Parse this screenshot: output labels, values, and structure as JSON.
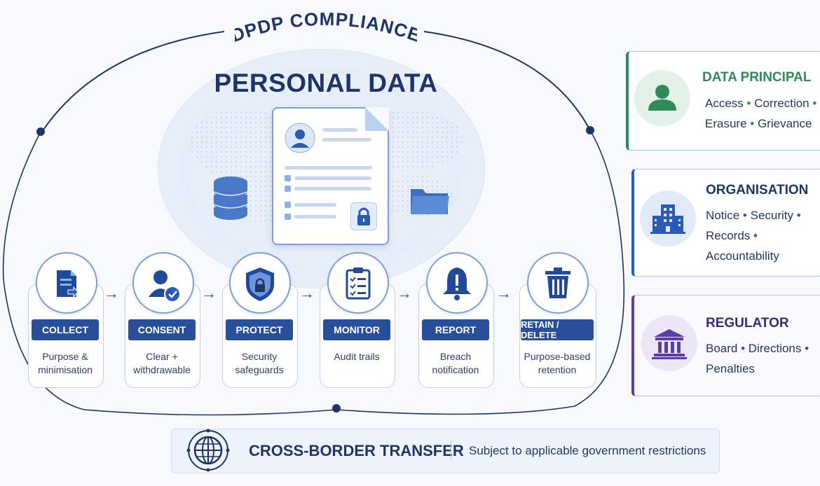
{
  "header": {
    "title": "DPDP COMPLIANCE"
  },
  "center": {
    "title": "PERSONAL DATA"
  },
  "steps": [
    {
      "label": "COLLECT",
      "desc1": "Purpose &",
      "desc2": "minimisation",
      "icon": "document-icon"
    },
    {
      "label": "CONSENT",
      "desc1": "Clear +",
      "desc2": "withdrawable",
      "icon": "user-check-icon"
    },
    {
      "label": "PROTECT",
      "desc1": "Security",
      "desc2": "safeguards",
      "icon": "shield-lock-icon"
    },
    {
      "label": "MONITOR",
      "desc1": "Audit trails",
      "desc2": "",
      "icon": "clipboard-checklist-icon"
    },
    {
      "label": "REPORT",
      "desc1": "Breach",
      "desc2": "notification",
      "icon": "alarm-bell-icon"
    },
    {
      "label": "RETAIN / DELETE",
      "desc1": "Purpose-based",
      "desc2": "retention",
      "icon": "trash-icon"
    }
  ],
  "roles": {
    "principal": {
      "title": "DATA PRINCIPAL",
      "line1a": "Access",
      "line1b": "Correction",
      "line2a": "Erasure",
      "line2b": "Grievance",
      "color": "#2e8b57"
    },
    "organisation": {
      "title": "ORGANISATION",
      "line1a": "Notice",
      "line1b": "Security",
      "line2a": "Records",
      "line3": "Accountability",
      "color": "#2a5bb8"
    },
    "regulator": {
      "title": "REGULATOR",
      "line1a": "Board",
      "line1b": "Directions",
      "line2a": "Penalties",
      "color": "#5a3ea6"
    }
  },
  "cross_border": {
    "title": "CROSS-BORDER TRANSFER",
    "text": "Subject to applicable government restrictions"
  },
  "colors": {
    "navy": "#1f3468",
    "accent": "#2a4f9a",
    "green": "#2e8b57",
    "blue": "#2a5bb8",
    "purple": "#5a3ea6"
  }
}
